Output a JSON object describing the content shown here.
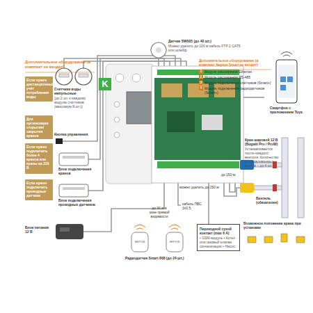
{
  "diagram": {
    "nodes": [
      {
        "text": [
          "Если нужен дистанционный учёт потребления воды"
        ]
      },
      {
        "text": [
          "Счётчики воды импульсные",
          "(до 2 шт. к каждому модулю счётчиков (максимум 8 шт.))"
        ]
      },
      {
        "text": [
          "Для организации открытия/закрытия кранов"
        ]
      },
      {
        "text": [
          "Кнопка управления"
        ]
      },
      {
        "text": [
          "Если нужно подключить более 4 кранов или краны на 220 В"
        ]
      },
      {
        "text": [
          "Блок подключения кранов"
        ]
      },
      {
        "text": [
          "Если нужно подключить проводные датчики"
        ]
      },
      {
        "text": [
          "Блок подключения проводных датчиков"
        ]
      },
      {
        "text": [
          "Датчик SW005 (до 40 шт.)",
          "Можно удалить до 100 м кабель FTP 2 CAT5 или шлейф"
        ]
      },
      {
        "text": [
          "Дополнительное оборудование (в комплект Neptun Smart не входит)",
          "Модуль расширения Ethernet",
          "Модуль расширения RS-485",
          "Модуль подключения счётчиков (Smart+)",
          "Модуль подключения радиодатчиков (Smart+)"
        ]
      },
      {
        "text": [
          "Смартфон с приложением Tuya"
        ]
      },
      {
        "text": [
          "Кран шаровой 12 В (Bugatti Pro / ProW)",
          "Устанавливается после каждого вентиля. Количество устанавливаемых кранов – до 4 шт."
        ]
      },
      {
        "text": [
          "Вентиль (обязателен)"
        ]
      },
      {
        "text": [
          "Возможное положение крана при установке"
        ]
      },
      {
        "text": [
          "Переходной сухой контакт (max 6 A)",
          "• GSM-модуль • Котел или газовый клапан сигнализации • Насос"
        ]
      },
      {
        "text": [
          "Радиодатчик Smart 868 (до 24 шт.)"
        ]
      },
      {
        "text": [
          "Блок питания 12 В"
        ]
      }
    ],
    "labels": [
      "Дополнительное оборудование (в комплект не входит)",
      "K",
      "1",
      "2",
      "3",
      "4",
      "можно удалить до 150 м",
      "до 150 м",
      "кабель ПВС 3х0,5",
      "до 30 м в зоне прямой видимости",
      "NEPTUN",
      "NEPTUN"
    ]
  }
}
